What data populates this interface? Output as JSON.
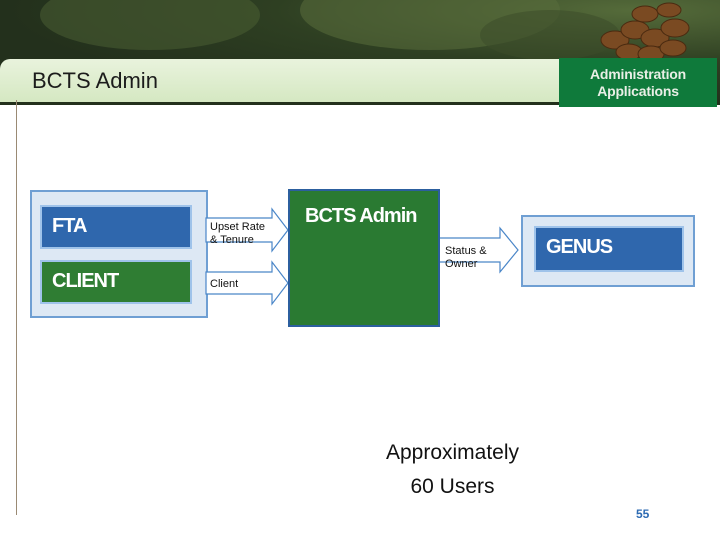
{
  "header": {
    "title": "BCTS Admin",
    "badge_line1": "Administration",
    "badge_line2": "Applications"
  },
  "diagram": {
    "boxes": {
      "fta": "FTA",
      "client": "CLIENT",
      "center": "BCTS Admin",
      "genus": "GENUS"
    },
    "arrows": {
      "upset_line1": "Upset Rate",
      "upset_line2": "& Tenure",
      "client": "Client",
      "status_line1": "Status &",
      "status_line2": "Owner"
    }
  },
  "body": {
    "line1": "Approximately",
    "line2": "60 Users"
  },
  "slide": {
    "number": "55"
  },
  "colors": {
    "header_green": "#2e3f22",
    "badge_green": "#0f7a3b",
    "box_blue": "#2f67ad",
    "box_green": "#2a7a32",
    "panel_fill": "#dde8f4",
    "arrow_fill": "#ffffff",
    "arrow_stroke": "#4a86c8",
    "page_number": "#2d6bb3"
  }
}
